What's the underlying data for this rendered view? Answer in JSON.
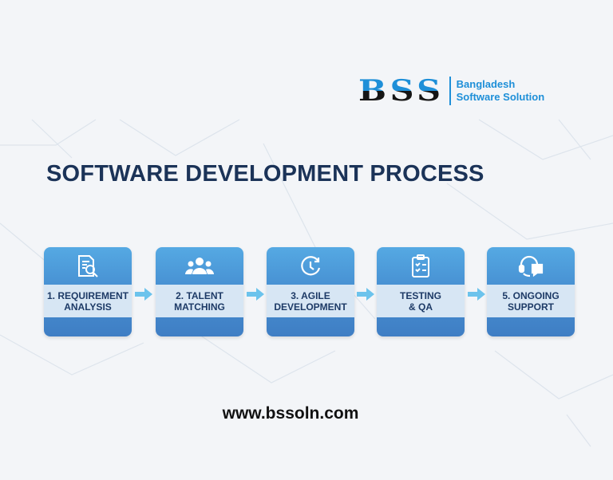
{
  "logo": {
    "mark": "BSS",
    "line1": "Bangladesh",
    "line2": "Software Solution"
  },
  "title": "SOFTWARE DEVELOPMENT PROCESS",
  "steps": [
    {
      "line1": "1. REQUIREMENT",
      "line2": "ANALYSIS",
      "icon": "document-search-icon"
    },
    {
      "line1": "2. TALENT",
      "line2": "MATCHING",
      "icon": "team-icon"
    },
    {
      "line1": "3. AGILE",
      "line2": "DEVELOPMENT",
      "icon": "clock-cycle-icon"
    },
    {
      "line1": "TESTING",
      "line2": "& QA",
      "icon": "clipboard-checklist-icon"
    },
    {
      "line1": "5. ONGOING",
      "line2": "SUPPORT",
      "icon": "headset-chat-icon"
    }
  ],
  "website": "www.bssoln.com",
  "colors": {
    "brand": "#1e8fd8",
    "title": "#1b3358",
    "card": "#4790d2",
    "band": "#d7e6f4"
  }
}
